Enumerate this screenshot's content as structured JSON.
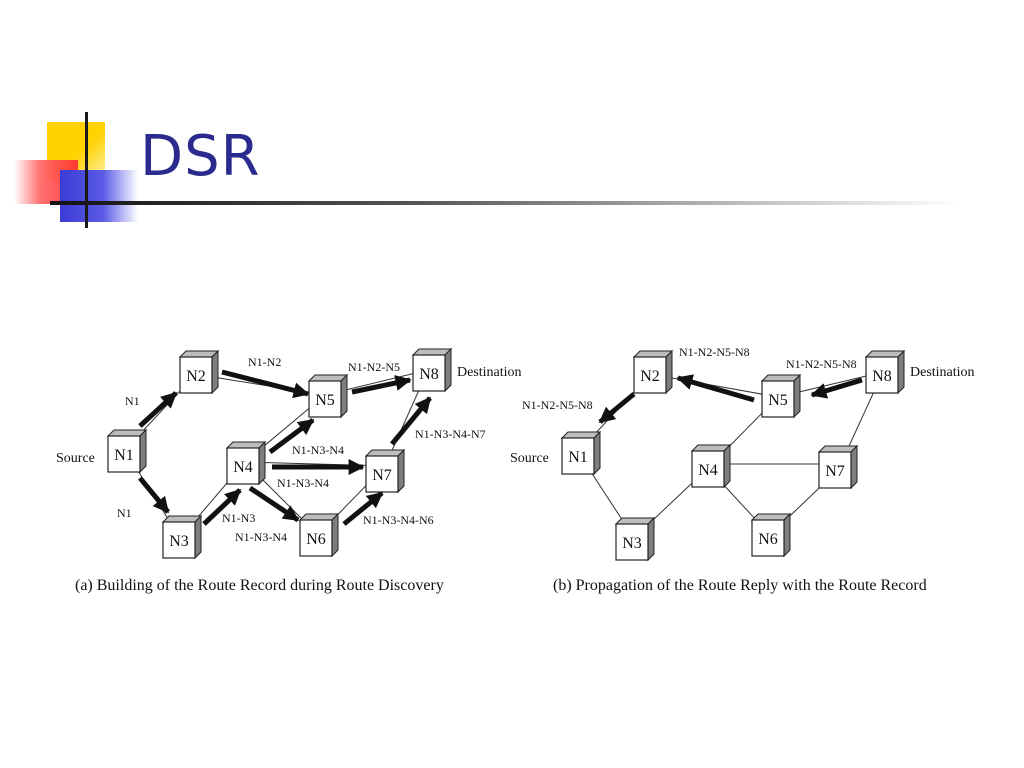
{
  "slide": {
    "title": "DSR"
  },
  "diagram_a": {
    "caption": "(a) Building of the Route Record during Route Discovery",
    "nodes": {
      "n1": "N1",
      "n2": "N2",
      "n3": "N3",
      "n4": "N4",
      "n5": "N5",
      "n6": "N6",
      "n7": "N7",
      "n8": "N8"
    },
    "source_label": "Source",
    "destination_label": "Destination",
    "edge_labels": {
      "n1_n2": "N1",
      "n1_n3": "N1",
      "n2_n5": "N1-N2",
      "n5_n8": "N1-N2-N5",
      "n4_n5": "N1-N3-N4",
      "n4_n7": "N1-N3-N4",
      "n3_n4": "N1-N3",
      "n4_n6": "N1-N3-N4",
      "n7_n8": "N1-N3-N4-N7",
      "n6_n7": "N1-N3-N4-N6"
    }
  },
  "diagram_b": {
    "caption": "(b) Propagation of the Route Reply with the Route Record",
    "nodes": {
      "n1": "N1",
      "n2": "N2",
      "n3": "N3",
      "n4": "N4",
      "n5": "N5",
      "n6": "N6",
      "n7": "N7",
      "n8": "N8"
    },
    "source_label": "Source",
    "destination_label": "Destination",
    "edge_labels": {
      "n8_n5": "N1-N2-N5-N8",
      "n5_n2": "N1-N2-N5-N8",
      "n2_n1": "N1-N2-N5-N8"
    }
  }
}
